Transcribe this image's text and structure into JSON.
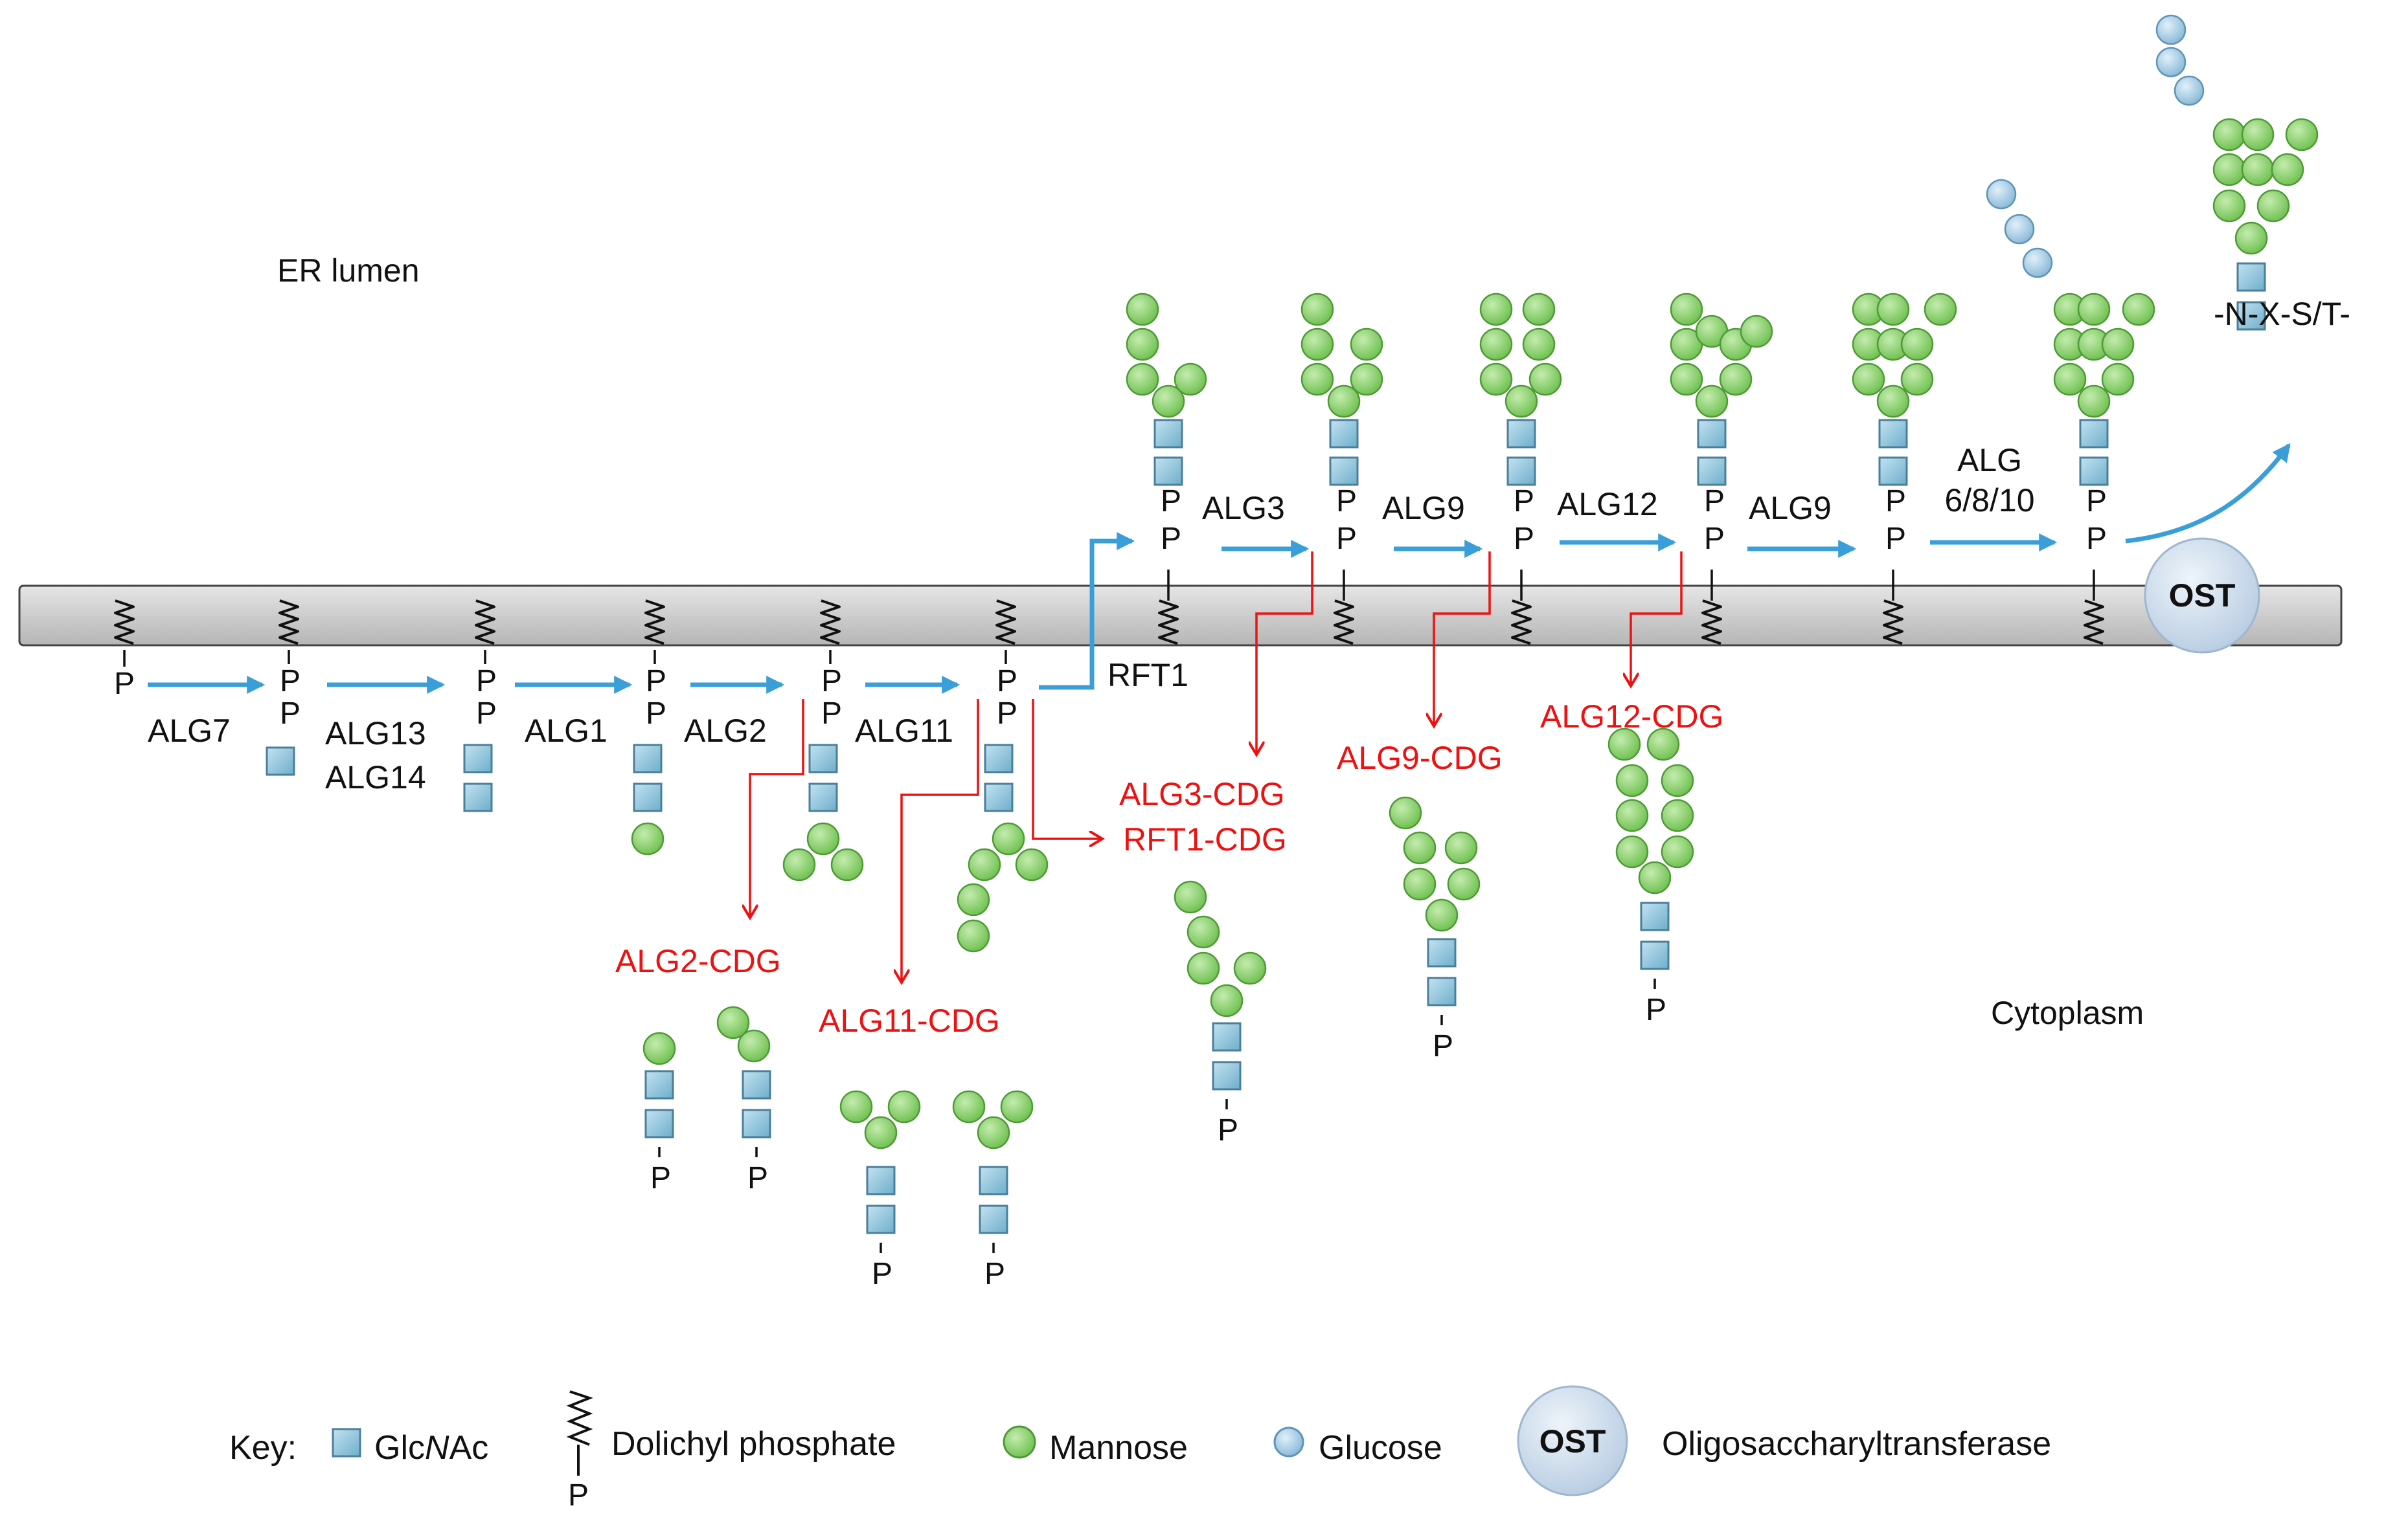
{
  "regions": {
    "lumen": "ER lumen",
    "cytoplasm": "Cytoplasm"
  },
  "p_symbol": "P",
  "enzymes": {
    "alg7": "ALG7",
    "alg13": "ALG13",
    "alg14": "ALG14",
    "alg1": "ALG1",
    "alg2": "ALG2",
    "alg11": "ALG11",
    "rft1": "RFT1",
    "alg3": "ALG3",
    "alg9a": "ALG9",
    "alg12": "ALG12",
    "alg9b": "ALG9",
    "alg6810_line1": "ALG",
    "alg6810_line2": "6/8/10",
    "ost": "OST"
  },
  "target": "-N-X-S/T-",
  "disorders": {
    "alg2": "ALG2-CDG",
    "alg11": "ALG11-CDG",
    "alg3": "ALG3-CDG",
    "rft1": "RFT1-CDG",
    "alg9": "ALG9-CDG",
    "alg12": "ALG12-CDG"
  },
  "key": {
    "title": "Key:",
    "glcnac_prefix": "Glc",
    "glcnac_italic": "N",
    "glcnac_suffix": "Ac",
    "dolichyl": "Dolichyl phosphate",
    "mannose": "Mannose",
    "glucose": "Glucose",
    "ost": "OST",
    "ost_name": "Oligosaccharyltransferase"
  },
  "colors": {
    "membrane": "#cfcfcf",
    "arrow_blue": "#3a9fd8",
    "arrow_red": "#ee1111",
    "glcnac": "#8ec3dc",
    "mannose": "#8dd06e",
    "glucose": "#a9cfe6",
    "ost": "#c7d8ea"
  }
}
